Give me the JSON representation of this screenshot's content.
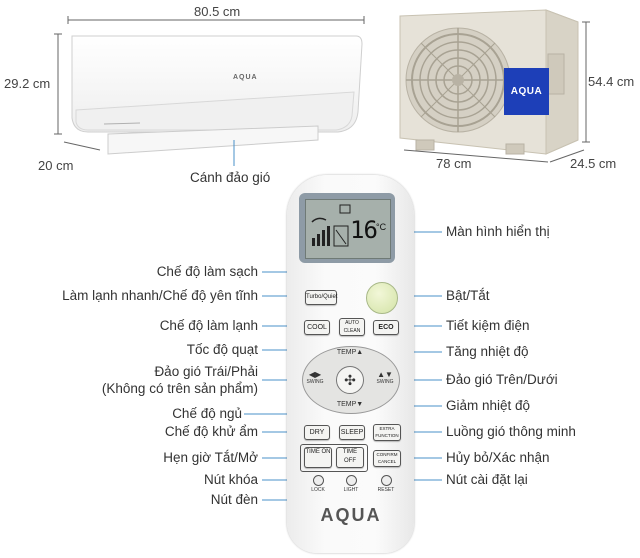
{
  "dimensions": {
    "indoor_width": "80.5 cm",
    "indoor_height": "29.2 cm",
    "indoor_depth": "20 cm",
    "outdoor_height": "54.4 cm",
    "outdoor_width": "78 cm",
    "outdoor_depth": "24.5 cm"
  },
  "brand": "AQUA",
  "indoor_logo": "AQUA",
  "indoor_caption": "Cánh đảo gió",
  "remote": {
    "display_temp": "16",
    "display_unit": "°C",
    "buttons": {
      "turbo_quiet": "Turbo/Quiet",
      "auto_clean": "AUTO CLEAN",
      "cool": "COOL",
      "eco": "ECO",
      "temp_up": "TEMP▲",
      "temp_down": "TEMP▼",
      "swing_left": "SWING",
      "swing_right": "SWING",
      "dry": "DRY",
      "sleep": "SLEEP",
      "extra_function": "EXTRA FUNCTION",
      "time_on": "TIME ON",
      "time_off": "TIME OFF",
      "confirm_cancel": "CONFIRM CANCEL",
      "lock": "LOCK",
      "light": "LIGHT",
      "reset": "RESET"
    }
  },
  "labels_left": {
    "clean": "Chế độ làm sạch",
    "turbo_quiet": "Làm lạnh nhanh/Chế độ yên tĩnh",
    "cool": "Chế độ làm lạnh",
    "fan_speed": "Tốc độ quạt",
    "swing_lr_1": "Đảo gió Trái/Phải",
    "swing_lr_2": "(Không có trên sản phẩm)",
    "sleep": "Chế độ ngủ",
    "dry": "Chế độ khử ẩm",
    "timer": "Hẹn giờ Tắt/Mở",
    "lock": "Nút khóa",
    "light": "Nút đèn"
  },
  "labels_right": {
    "display": "Màn hình hiển thị",
    "power": "Bật/Tắt",
    "eco": "Tiết kiệm điện",
    "temp_up": "Tăng nhiệt độ",
    "swing_ud": "Đảo gió Trên/Dưới",
    "temp_down": "Giảm nhiệt độ",
    "smart_air": "Luồng gió thông minh",
    "confirm": "Hủy bỏ/Xác nhận",
    "reset": "Nút cài đặt lại"
  },
  "colors": {
    "brand_blue": "#1d3fb8",
    "leader_line": "#4a90c8",
    "screen": "#9ba8a4"
  }
}
